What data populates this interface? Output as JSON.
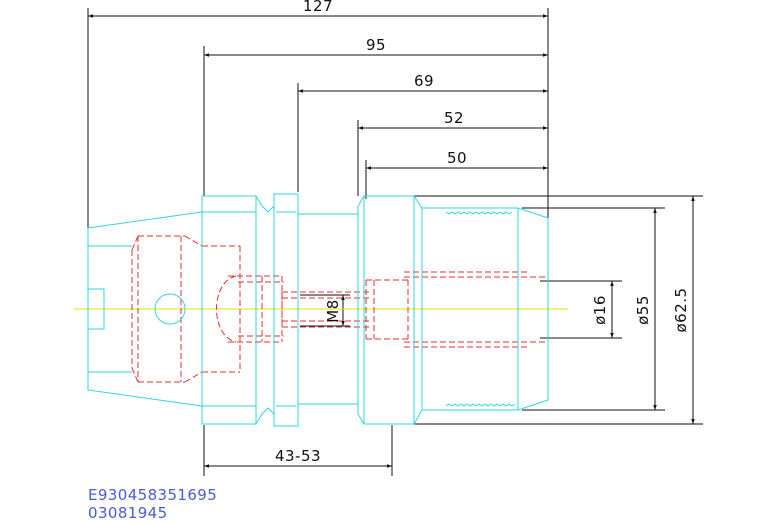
{
  "colors": {
    "outline": "#33d6e0",
    "hidden": "#e03030",
    "centerline": "#e6e000",
    "dimension": "#111111",
    "code_text": "#4a5bd8"
  },
  "dimensions": {
    "len_127": "127",
    "len_95": "95",
    "len_69": "69",
    "len_52": "52",
    "len_50": "50",
    "len_43_53": "43-53",
    "thread_m8": "M8",
    "dia_16": "ø16",
    "dia_55": "ø55",
    "dia_62_5": "ø62.5"
  },
  "codes": {
    "line1": "E930458351695",
    "line2": "03081945"
  }
}
